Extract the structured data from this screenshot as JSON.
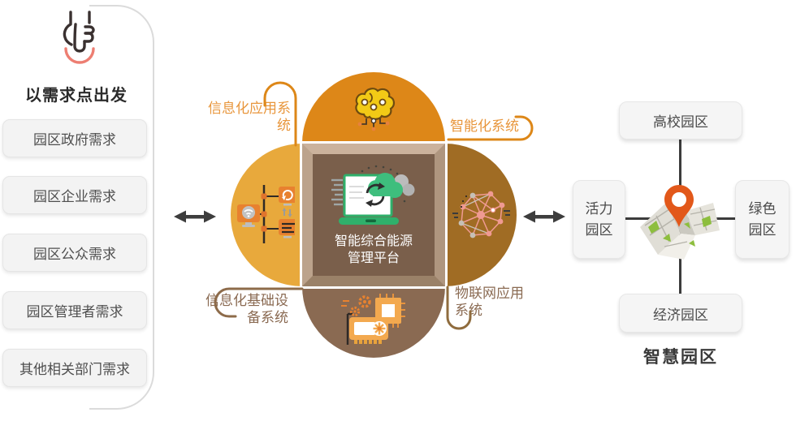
{
  "left_panel": {
    "hand_icon": "press-hand-icon",
    "title": "以需求点出发",
    "items": [
      "园区政府需求",
      "园区企业需求",
      "园区公众需求",
      "园区管理者需求",
      "其他相关部门需求"
    ]
  },
  "center": {
    "platform_title": "智能综合能源管理平台",
    "labels": {
      "top_left": "信息化应用系统",
      "top_right": "智能化系统",
      "bottom_left": "信息化基础设备系统",
      "bottom_right": "物联网应用系统"
    },
    "icons": {
      "top": "brain-circuit-icon",
      "left": "connected-devices-icon",
      "right": "network-mesh-icon",
      "bottom": "gpu-chip-icon",
      "middle": "laptop-cloud-sync-icon"
    }
  },
  "right_panel": {
    "nodes": {
      "top": "高校园区",
      "left": "活力园区",
      "right": "绿色园区",
      "bottom": "经济园区"
    },
    "center_icon": "map-pin-icon",
    "title": "智慧园区"
  },
  "colors": {
    "petal_top": "#DD8718",
    "petal_left": "#E8A93C",
    "petal_right": "#A06C24",
    "petal_bottom": "#8A6A52",
    "frame_inner": "#7A5F4B",
    "label_orange": "#E8963C",
    "label_brown": "#8A6A52",
    "arrow": "#3D3D3D",
    "pin_orange": "#E2581A",
    "green_accent": "#3EBE7D",
    "hand_arc_red": "#ED7E72"
  }
}
